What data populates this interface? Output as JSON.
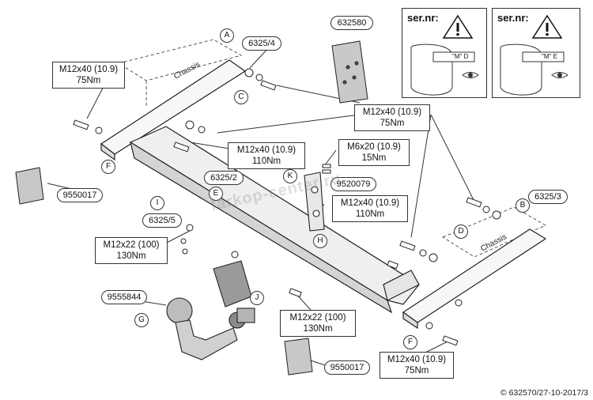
{
  "parts": {
    "p632580": "632580",
    "p6325_4": "6325/4",
    "p6325_2": "6325/2",
    "p6325_5": "6325/5",
    "p6325_3": "6325/3",
    "p9520079": "9520079",
    "p9550017_top": "9550017",
    "p9550017_bottom": "9550017",
    "p9555844": "9555844"
  },
  "bolts": {
    "topleft": {
      "spec": "M12x40 (10.9)",
      "torque": "75Nm"
    },
    "topright": {
      "spec": "M12x40 (10.9)",
      "torque": "75Nm"
    },
    "middle": {
      "spec": "M12x40 (10.9)",
      "torque": "110Nm"
    },
    "k": {
      "spec": "M6x20 (10.9)",
      "torque": "15Nm"
    },
    "h": {
      "spec": "M12x40 (10.9)",
      "torque": "110Nm"
    },
    "left22": {
      "spec": "M12x22 (100)",
      "torque": "130Nm"
    },
    "bottom22": {
      "spec": "M12x22 (100)",
      "torque": "130Nm"
    },
    "bottomright": {
      "spec": "M12x40 (10.9)",
      "torque": "75Nm"
    }
  },
  "letters": {
    "A": "A",
    "B": "B",
    "C": "C",
    "D": "D",
    "E": "E",
    "F1": "F",
    "F2": "F",
    "G": "G",
    "H": "H",
    "I": "I",
    "J": "J",
    "K": "K"
  },
  "chassis_left": "Chassis",
  "chassis_right": "Chassis",
  "warn_left": {
    "title": "ser.nr:",
    "code": "\"M\" D"
  },
  "warn_right": {
    "title": "ser.nr:",
    "code": "\"M\" E"
  },
  "watermark": "farkop-center.ru",
  "copyright": "© 632570/27-10-2017/3"
}
